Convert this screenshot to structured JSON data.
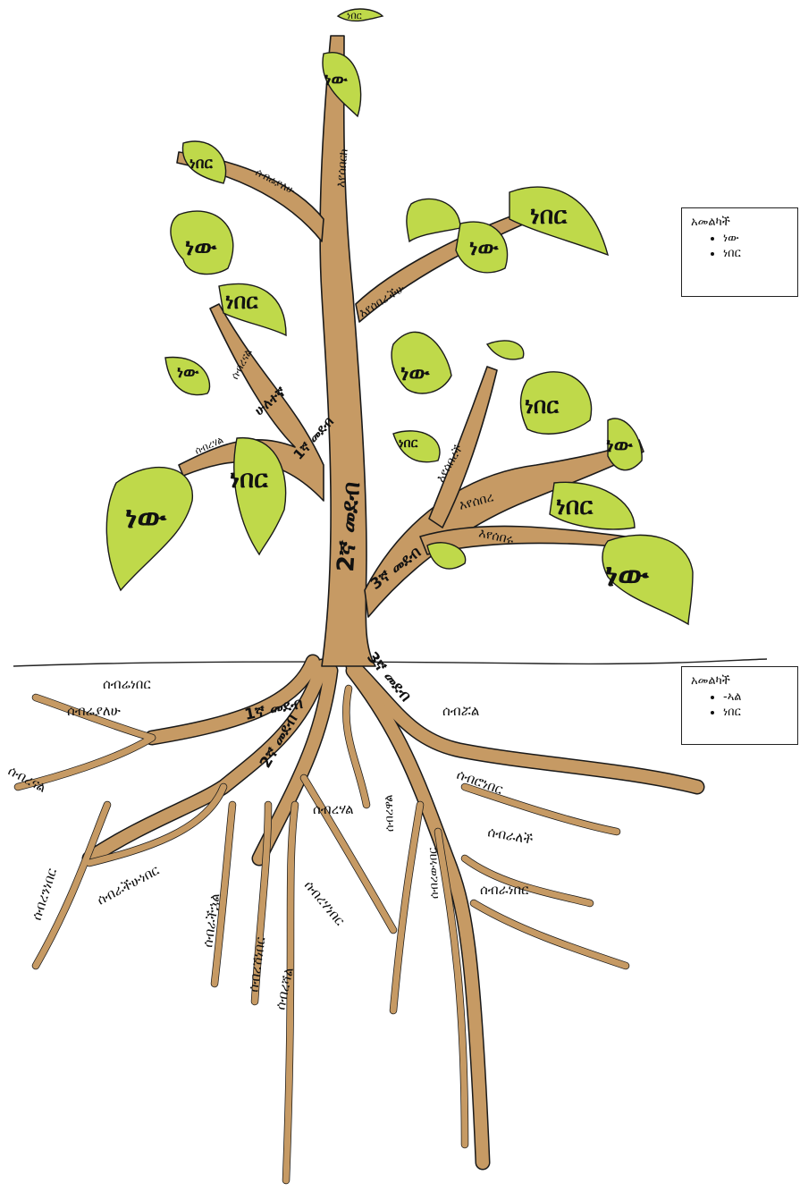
{
  "legend_top": {
    "title": "አመልካች",
    "items": [
      "ነው",
      "ነበር"
    ]
  },
  "legend_bottom": {
    "title": "አመልካች",
    "items": [
      "-ኣል",
      "ነበር"
    ]
  },
  "trunk_label": "2ኛ መደብ",
  "branch_labels": {
    "first_person": "1ኛ መደብ",
    "third_person": "3ኛ መደብ",
    "you_plural": "ሁለተኛ",
    "you_sing": "ሰብረሃል",
    "he": "እየሰበረ",
    "they": "እየሰበሩ",
    "she": "እየሰበረች",
    "you_pl2": "እየሰበራችሁ",
    "top": "እየሰበርክ",
    "left_a": "ሰብረናል",
    "left_b": "ሰብሬያለሁ"
  },
  "leaves": {
    "new": "ነው",
    "neber": "ነበር"
  },
  "root_labels": {
    "r1": "ሰብሬነበር",
    "r2": "ሰብሬያለሁ",
    "r3": "ሰብረናል",
    "r4": "ሰብረንነበር",
    "r5": "ሰብራችሁነበር",
    "r6": "ሰብራችኋል",
    "r7": "ሰብረሽነበር",
    "r8": "ሰብረሻል",
    "r9": "ሰብረሃል",
    "r10": "ሰብረሃነበር",
    "r11": "ሰብሯል",
    "r12": "ሰብሮነበር",
    "r13": "ሰብራለች",
    "r14": "ሰብራነበር",
    "r15": "ሰብረዋል",
    "r16": "ሰብረውነበር",
    "root_first": "1ኛ መደብ",
    "root_second": "2ኛ መደብ",
    "root_third": "3ኛ መደብ"
  }
}
